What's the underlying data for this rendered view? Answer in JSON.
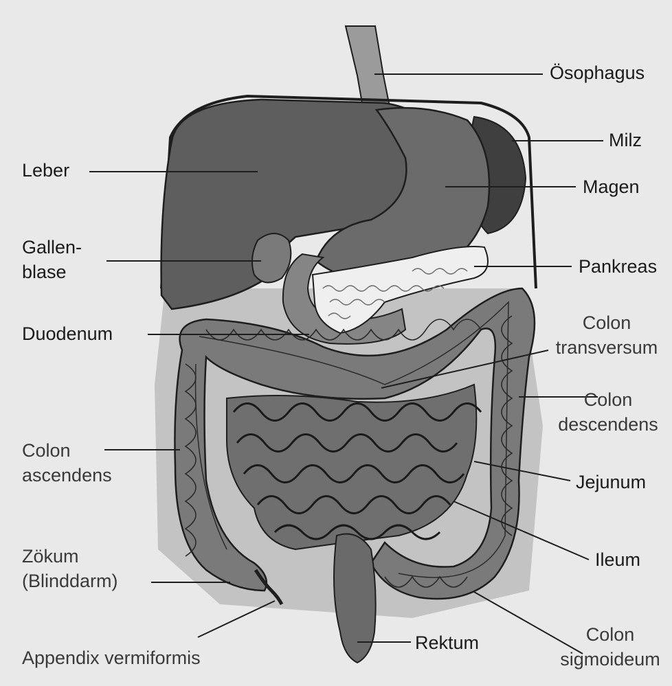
{
  "labels": {
    "oesophagus": "Ösophagus",
    "milz": "Milz",
    "leber": "Leber",
    "magen": "Magen",
    "gallenblase_1": "Gallen-",
    "gallenblase_2": "blase",
    "pankreas": "Pankreas",
    "duodenum": "Duodenum",
    "colon_transversum_1": "Colon",
    "colon_transversum_2": "transversum",
    "colon_descendens_1": "Colon",
    "colon_descendens_2": "descendens",
    "colon_ascendens_1": "Colon",
    "colon_ascendens_2": "ascendens",
    "jejunum": "Jejunum",
    "ileum": "Ileum",
    "zoekum_1": "Zökum",
    "zoekum_2": "(Blinddarm)",
    "rektum": "Rektum",
    "colon_sigmoideum_1": "Colon",
    "colon_sigmoideum_2": "sigmoideum",
    "appendix": "Appendix vermiformis"
  },
  "colors": {
    "background": "#e9e9e9",
    "organ_dark": "#555555",
    "organ_mid": "#6d6d6d",
    "organ_light": "#8a8a8a",
    "pancreas": "#efefef",
    "outline": "#1e1e1e"
  }
}
